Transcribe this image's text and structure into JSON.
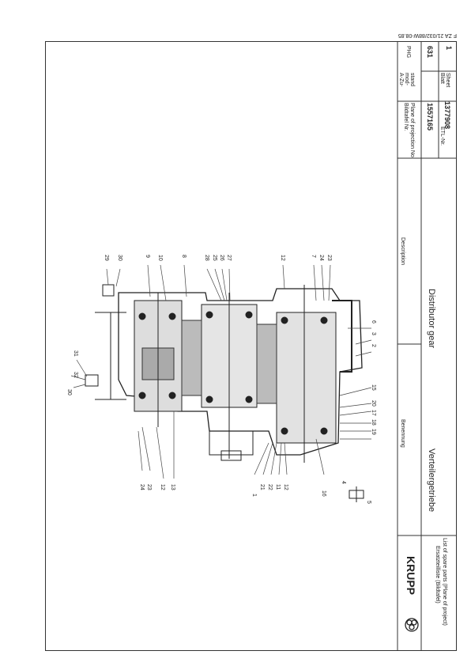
{
  "header_code": "F ZA 21/032/88W-08.85",
  "title_block": {
    "brand": "KRUPP",
    "list_de": "Ersatzteilliste (Bildtafel)",
    "list_en": "List of spare parts (Plane of project)",
    "benennung_label": "Benennung",
    "benennung_value": "Verteilergetriebe",
    "description_label": "Description",
    "description_value": "Distributor gear",
    "plate_label_de": "Bildtafel Nr.",
    "plate_label_en": "Plane of projection No.",
    "plate_no": "1557165",
    "state_label_1": "A-Zu-",
    "state_label_2": "mod-",
    "state_label_3": "stand",
    "state_label_4": "PHG",
    "state_value": "631",
    "etl_label": "ETL-Nr.",
    "etl_no": "1377908",
    "sheet_label_de": "Blatt",
    "sheet_label_en": "Sheet",
    "sheet_no": "1"
  },
  "callouts": {
    "c29": "29",
    "c30a": "30",
    "c9": "9",
    "c10": "10",
    "c8": "8",
    "c28": "28",
    "c25": "25",
    "c26": "26",
    "c27": "27",
    "c12a": "12",
    "c7": "7",
    "c24a": "24",
    "c23a": "23",
    "c31": "31",
    "c30b": "30",
    "c32": "32",
    "c6": "6",
    "c3": "3",
    "c2": "2",
    "c15": "15",
    "c20": "20",
    "c17": "17",
    "c18": "18",
    "c19": "19",
    "c24b": "24",
    "c23b": "23",
    "c12b": "12",
    "c13": "13",
    "c1": "1",
    "c21": "21",
    "c22": "22",
    "c11": "11",
    "c12c": "12",
    "c16": "16",
    "c4": "4",
    "c5": "5"
  }
}
